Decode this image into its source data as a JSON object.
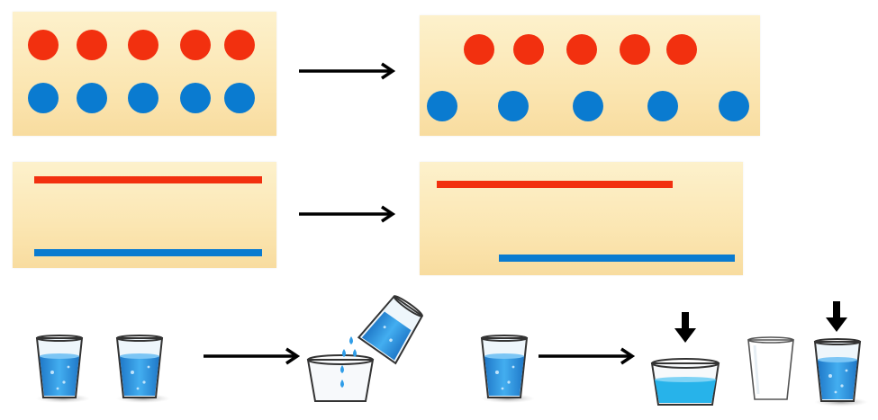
{
  "colors": {
    "red": "#f2300f",
    "blue": "#0a7bd0",
    "panel_top": "#fdf1cc",
    "panel_bottom": "#f8dc9f",
    "arrow": "#000000",
    "water": "#2f9de8",
    "water_dark": "#1b6fbf"
  },
  "rows": {
    "counting": {
      "red_count": 5,
      "blue_count": 5,
      "transform": "spread-blue-row"
    },
    "length": {
      "red_bars": 1,
      "blue_bars": 1,
      "transform": "shift-shorten"
    },
    "liquid": {
      "glasses_before": 2,
      "transform": "pour-into-wide-cup"
    }
  },
  "icons": [
    "arrow-right-icon",
    "glass-of-water-icon",
    "wide-cup-icon",
    "down-arrow-icon",
    "empty-glass-icon"
  ]
}
